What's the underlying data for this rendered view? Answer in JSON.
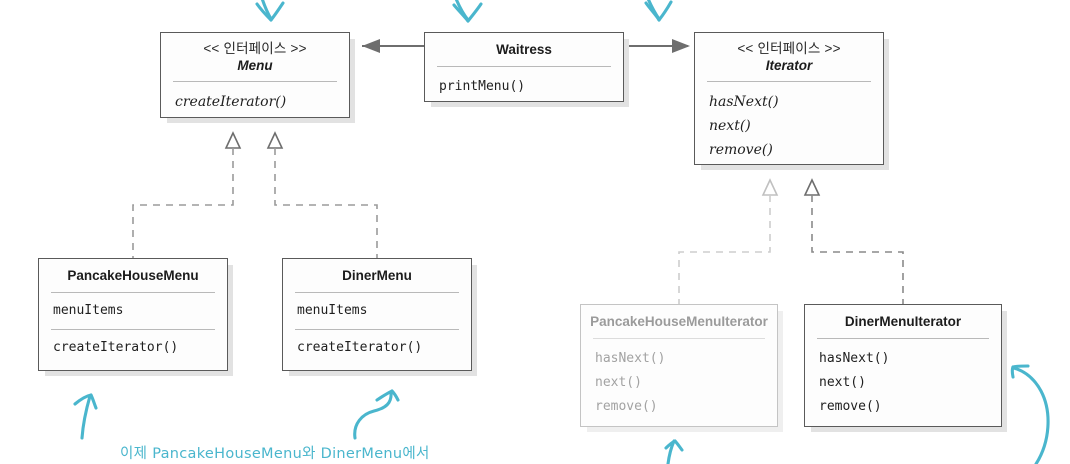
{
  "diagram": {
    "title": "Iterator Pattern Class Diagram",
    "colors": {
      "ink": "#4ab6cd",
      "box_border": "#5a5a5a",
      "box_border_faded": "#c4c4c4",
      "text": "#1c1c1c",
      "text_faded": "#9b9b9b",
      "connector": "#6e6e6e",
      "connector_faded": "#c0c0c0",
      "shadow": "#e2e2e2"
    },
    "classes": [
      {
        "id": "menu",
        "stereotype": "<< 인터페이스 >>",
        "name": "Menu",
        "name_italic": true,
        "fields": [],
        "methods": [
          "createIterator()"
        ],
        "methods_italic": true,
        "faded": false
      },
      {
        "id": "waitress",
        "stereotype": "",
        "name": "Waitress",
        "name_italic": false,
        "fields": [],
        "methods": [
          "printMenu()"
        ],
        "methods_italic": false,
        "faded": false
      },
      {
        "id": "iterator",
        "stereotype": "<< 인터페이스 >>",
        "name": "Iterator",
        "name_italic": true,
        "fields": [],
        "methods": [
          "hasNext()",
          "next()",
          "remove()"
        ],
        "methods_italic": true,
        "faded": false
      },
      {
        "id": "pancakehousemenu",
        "stereotype": "",
        "name": "PancakeHouseMenu",
        "name_italic": false,
        "fields": [
          "menuItems"
        ],
        "methods": [
          "createIterator()"
        ],
        "methods_italic": false,
        "faded": false
      },
      {
        "id": "dinermenu",
        "stereotype": "",
        "name": "DinerMenu",
        "name_italic": false,
        "fields": [
          "menuItems"
        ],
        "methods": [
          "createIterator()"
        ],
        "methods_italic": false,
        "faded": false
      },
      {
        "id": "pancakehousemenuiterator",
        "stereotype": "",
        "name": "PancakeHouseMenuIterator",
        "name_italic": false,
        "fields": [],
        "methods": [
          "hasNext()",
          "next()",
          "remove()"
        ],
        "methods_italic": false,
        "faded": true
      },
      {
        "id": "dinermenuiterator",
        "stereotype": "",
        "name": "DinerMenuIterator",
        "name_italic": false,
        "fields": [],
        "methods": [
          "hasNext()",
          "next()",
          "remove()"
        ],
        "methods_italic": false,
        "faded": false
      }
    ],
    "annotations": [
      {
        "id": "note-bottom",
        "text": "이제 PancakeHouseMenu와 DinerMenu에서"
      }
    ],
    "ink_marks": [
      {
        "id": "arrow-top-left",
        "shape": "down-arrow"
      },
      {
        "id": "arrow-top-center",
        "shape": "down-arrow"
      },
      {
        "id": "arrow-top-right",
        "shape": "down-arrow"
      },
      {
        "id": "arrow-bottom-pancake",
        "shape": "up-arrow"
      },
      {
        "id": "arrow-bottom-diner",
        "shape": "curved-up-arrow"
      },
      {
        "id": "arrow-bottom-pancakeiter",
        "shape": "up-arrow"
      },
      {
        "id": "arrow-bottom-right",
        "shape": "curved-up-left-arrow"
      }
    ]
  }
}
